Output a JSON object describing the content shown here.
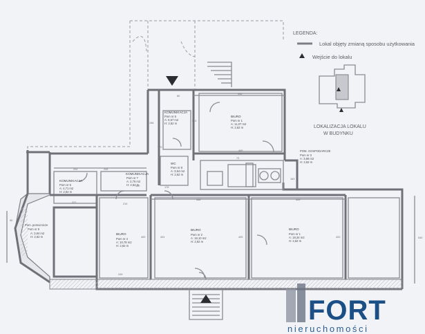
{
  "legend": {
    "title": "LEGENDA:",
    "changed_use": "Lokal objęty zmianą sposobu użytkowania",
    "entrance": "Wejście do lokalu"
  },
  "location": {
    "line1": "LOKALIZACJA LOKALU",
    "line2": "W BUDYNKU"
  },
  "rooms": {
    "komunikacja_top": {
      "title": "KOMUNIKACJA",
      "name": "Pom nr 5",
      "area": "A: 6,57 m2",
      "height": "H: 2,62 m"
    },
    "biuro_top": {
      "title": "BIURO",
      "name": "Pom nr 1",
      "area": "A: 11,07 m2",
      "height": "H: 2,62 m"
    },
    "wc": {
      "title": "WC",
      "name": "Pom nr 8",
      "area": "A: 3,54 m2",
      "height": "H: 2,62 m"
    },
    "pom_gosp": {
      "title": "POM. GOSPODARCZE",
      "name": "Pom nr 3",
      "area": "A: 3,86 m2",
      "height": "H: 2,62 m"
    },
    "komunikacja_left": {
      "title": "KOMUNIKACJA",
      "name": "Pom nr 6",
      "area": "A: 4,71 m2",
      "height": "H: 2,62 m"
    },
    "komunikacja_mid": {
      "title": "KOMUNIKACJA",
      "name": "Pom nr 7",
      "area": "A: 2,75 m2",
      "height": "H: 2,62 m"
    },
    "pom_pomocnicze": {
      "title": "Pom. pomocnicze",
      "name": "Pom nr 9",
      "area": "A: 3,84 m2",
      "height": "H: 2,62 m"
    },
    "biuro_left": {
      "title": "BIURO",
      "name": "Pom nr 4",
      "area": "A: 10,78 m2",
      "height": "H: 2,62 m"
    },
    "biuro_mid": {
      "title": "BIURO",
      "name": "Pom nr 2",
      "area": "A: 18,10 m2",
      "height": "H: 2,62 m"
    },
    "biuro_right": {
      "title": "BIURO",
      "name": "Pom nr 1",
      "area": "A: 18,34 m2",
      "height": "H: 2,62 m"
    }
  },
  "dimensions": {
    "d224": "224",
    "d249": "249",
    "d221": "221",
    "d219": "219",
    "d176": "176",
    "d445": "445",
    "d440": "440",
    "d448": "448",
    "d459": "459",
    "d400": "400",
    "d404": "404",
    "d405": "405",
    "d420": "420",
    "d540": "540",
    "d163": "163",
    "d196": "196",
    "d210": "210",
    "d170": "170",
    "d120": "120",
    "d90": "90",
    "d80": "80",
    "d73": "73"
  },
  "logo": {
    "main": "FORT",
    "sub": "nieruchomości"
  },
  "colors": {
    "wall": "#6f7078",
    "background": "#f2f3f6",
    "logo": "#1b4f86"
  }
}
